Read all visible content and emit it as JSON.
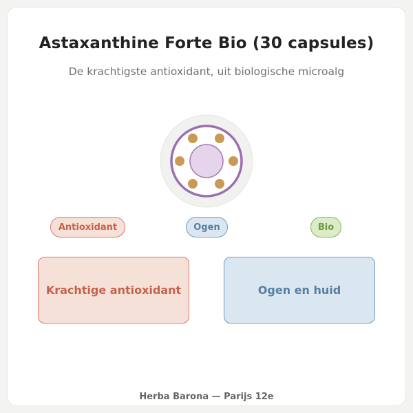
{
  "header": {
    "title": "Astaxanthine Forte Bio (30 capsules)",
    "subtitle": "De krachtigste antioxidant, uit biologische microalg"
  },
  "emblem": {
    "icon": "capsule-ring-icon",
    "colors": {
      "ring": "#9b6fb0",
      "center": "#e6d5ea",
      "dots": "#c99a55",
      "halo": "#f1f2ef"
    }
  },
  "tags": [
    {
      "label": "Antioxidant",
      "color": "#c4634a"
    },
    {
      "label": "Ogen",
      "color": "#577fa1"
    },
    {
      "label": "Bio",
      "color": "#6e9a43"
    }
  ],
  "benefits": [
    {
      "label": "Krachtige antioxidant",
      "color": "#c4634a"
    },
    {
      "label": "Ogen en huid",
      "color": "#577fa1"
    }
  ],
  "footer": {
    "text": "Herba Barona — Parijs 12e"
  }
}
